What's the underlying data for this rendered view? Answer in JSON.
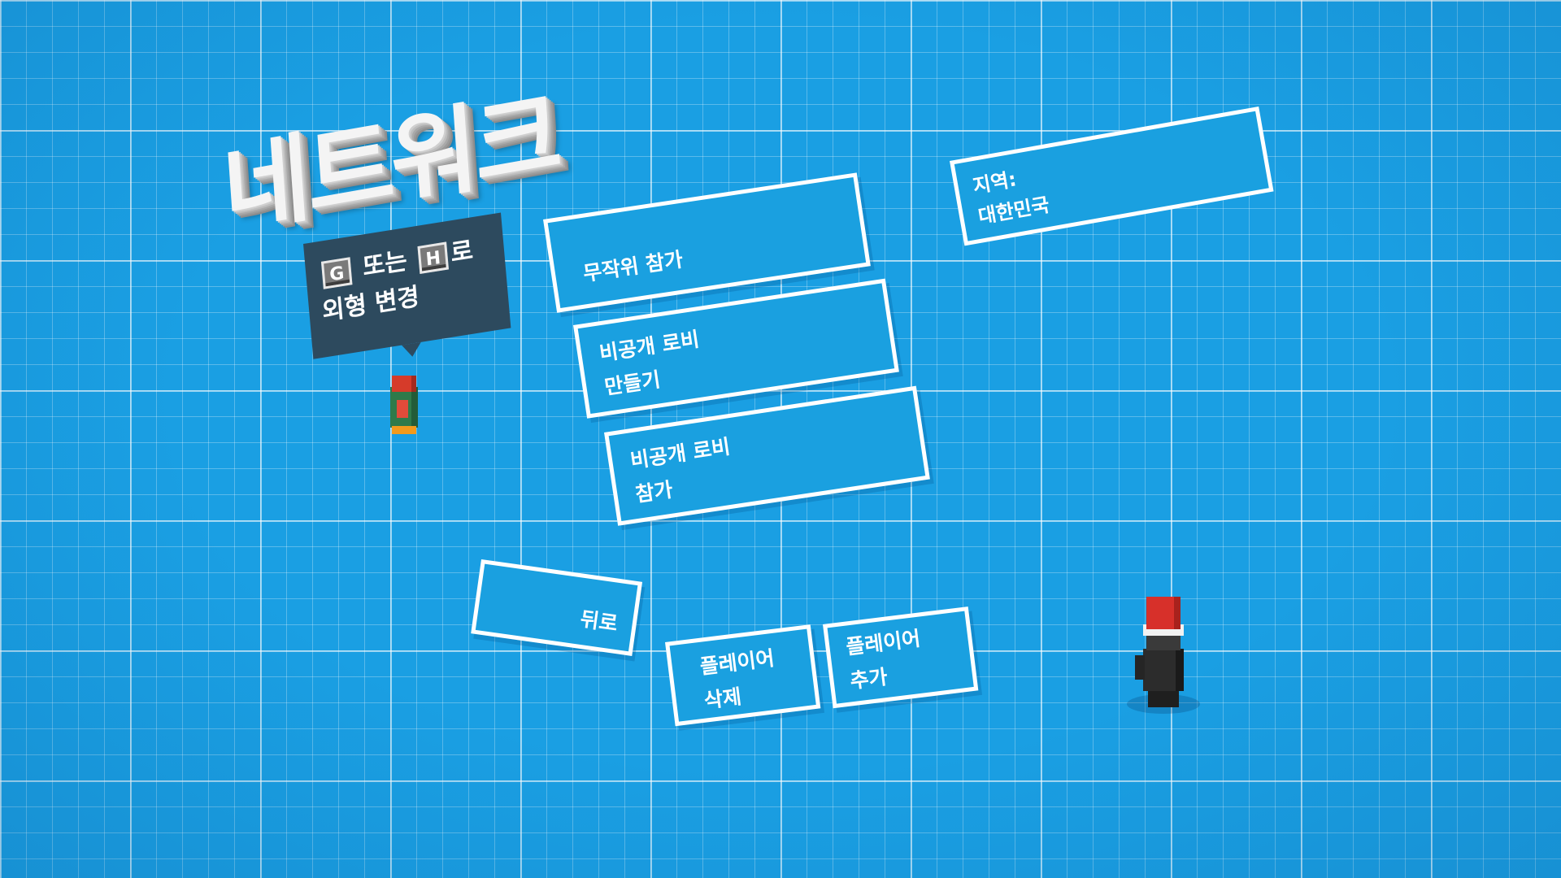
{
  "screen": {
    "title": "네트워크",
    "tooltip": {
      "key_left": "G",
      "connector": "또는",
      "key_right": "H",
      "suffix": "로",
      "line2": "외형 변경"
    },
    "menu": {
      "random_join": "무작위 참가",
      "create_private": "비공개 로비\n만들기",
      "join_private": "비공개 로비\n참가",
      "back": "뒤로",
      "remove_player": "플레이어\n삭제",
      "add_player": "플레이어\n추가"
    },
    "region": {
      "label": "지역:",
      "value": "대한민국"
    }
  },
  "colors": {
    "background": "#1a9fe3",
    "button_fill": "#1aa0e0",
    "button_border": "#ffffff",
    "tooltip_bg": "#2d4a5e"
  }
}
